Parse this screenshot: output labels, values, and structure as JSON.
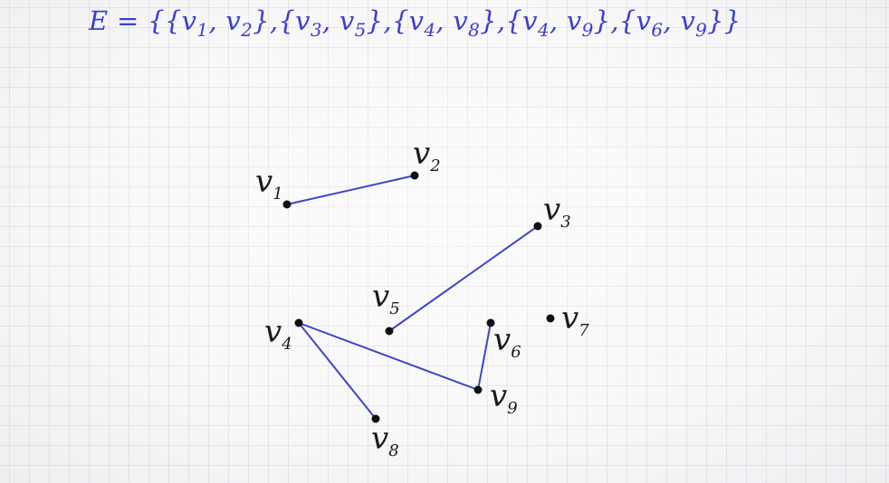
{
  "edge_set_text": "E = {{v1, v2},{v3, v5},{v4, v8},{v4, v9},{v6, v9}}",
  "graph": {
    "vertices": [
      {
        "id": "v1",
        "label": "v",
        "sub": "1"
      },
      {
        "id": "v2",
        "label": "v",
        "sub": "2"
      },
      {
        "id": "v3",
        "label": "v",
        "sub": "3"
      },
      {
        "id": "v4",
        "label": "v",
        "sub": "4"
      },
      {
        "id": "v5",
        "label": "v",
        "sub": "5"
      },
      {
        "id": "v6",
        "label": "v",
        "sub": "6"
      },
      {
        "id": "v7",
        "label": "v",
        "sub": "7"
      },
      {
        "id": "v8",
        "label": "v",
        "sub": "8"
      },
      {
        "id": "v9",
        "label": "v",
        "sub": "9"
      }
    ],
    "edges": [
      [
        "v1",
        "v2"
      ],
      [
        "v3",
        "v5"
      ],
      [
        "v4",
        "v8"
      ],
      [
        "v4",
        "v9"
      ],
      [
        "v6",
        "v9"
      ]
    ]
  },
  "colors": {
    "edge_set_text": "#3a3fd0",
    "edge": "#3c46c8",
    "vertex": "#111111",
    "label": "#1a1a1a"
  }
}
